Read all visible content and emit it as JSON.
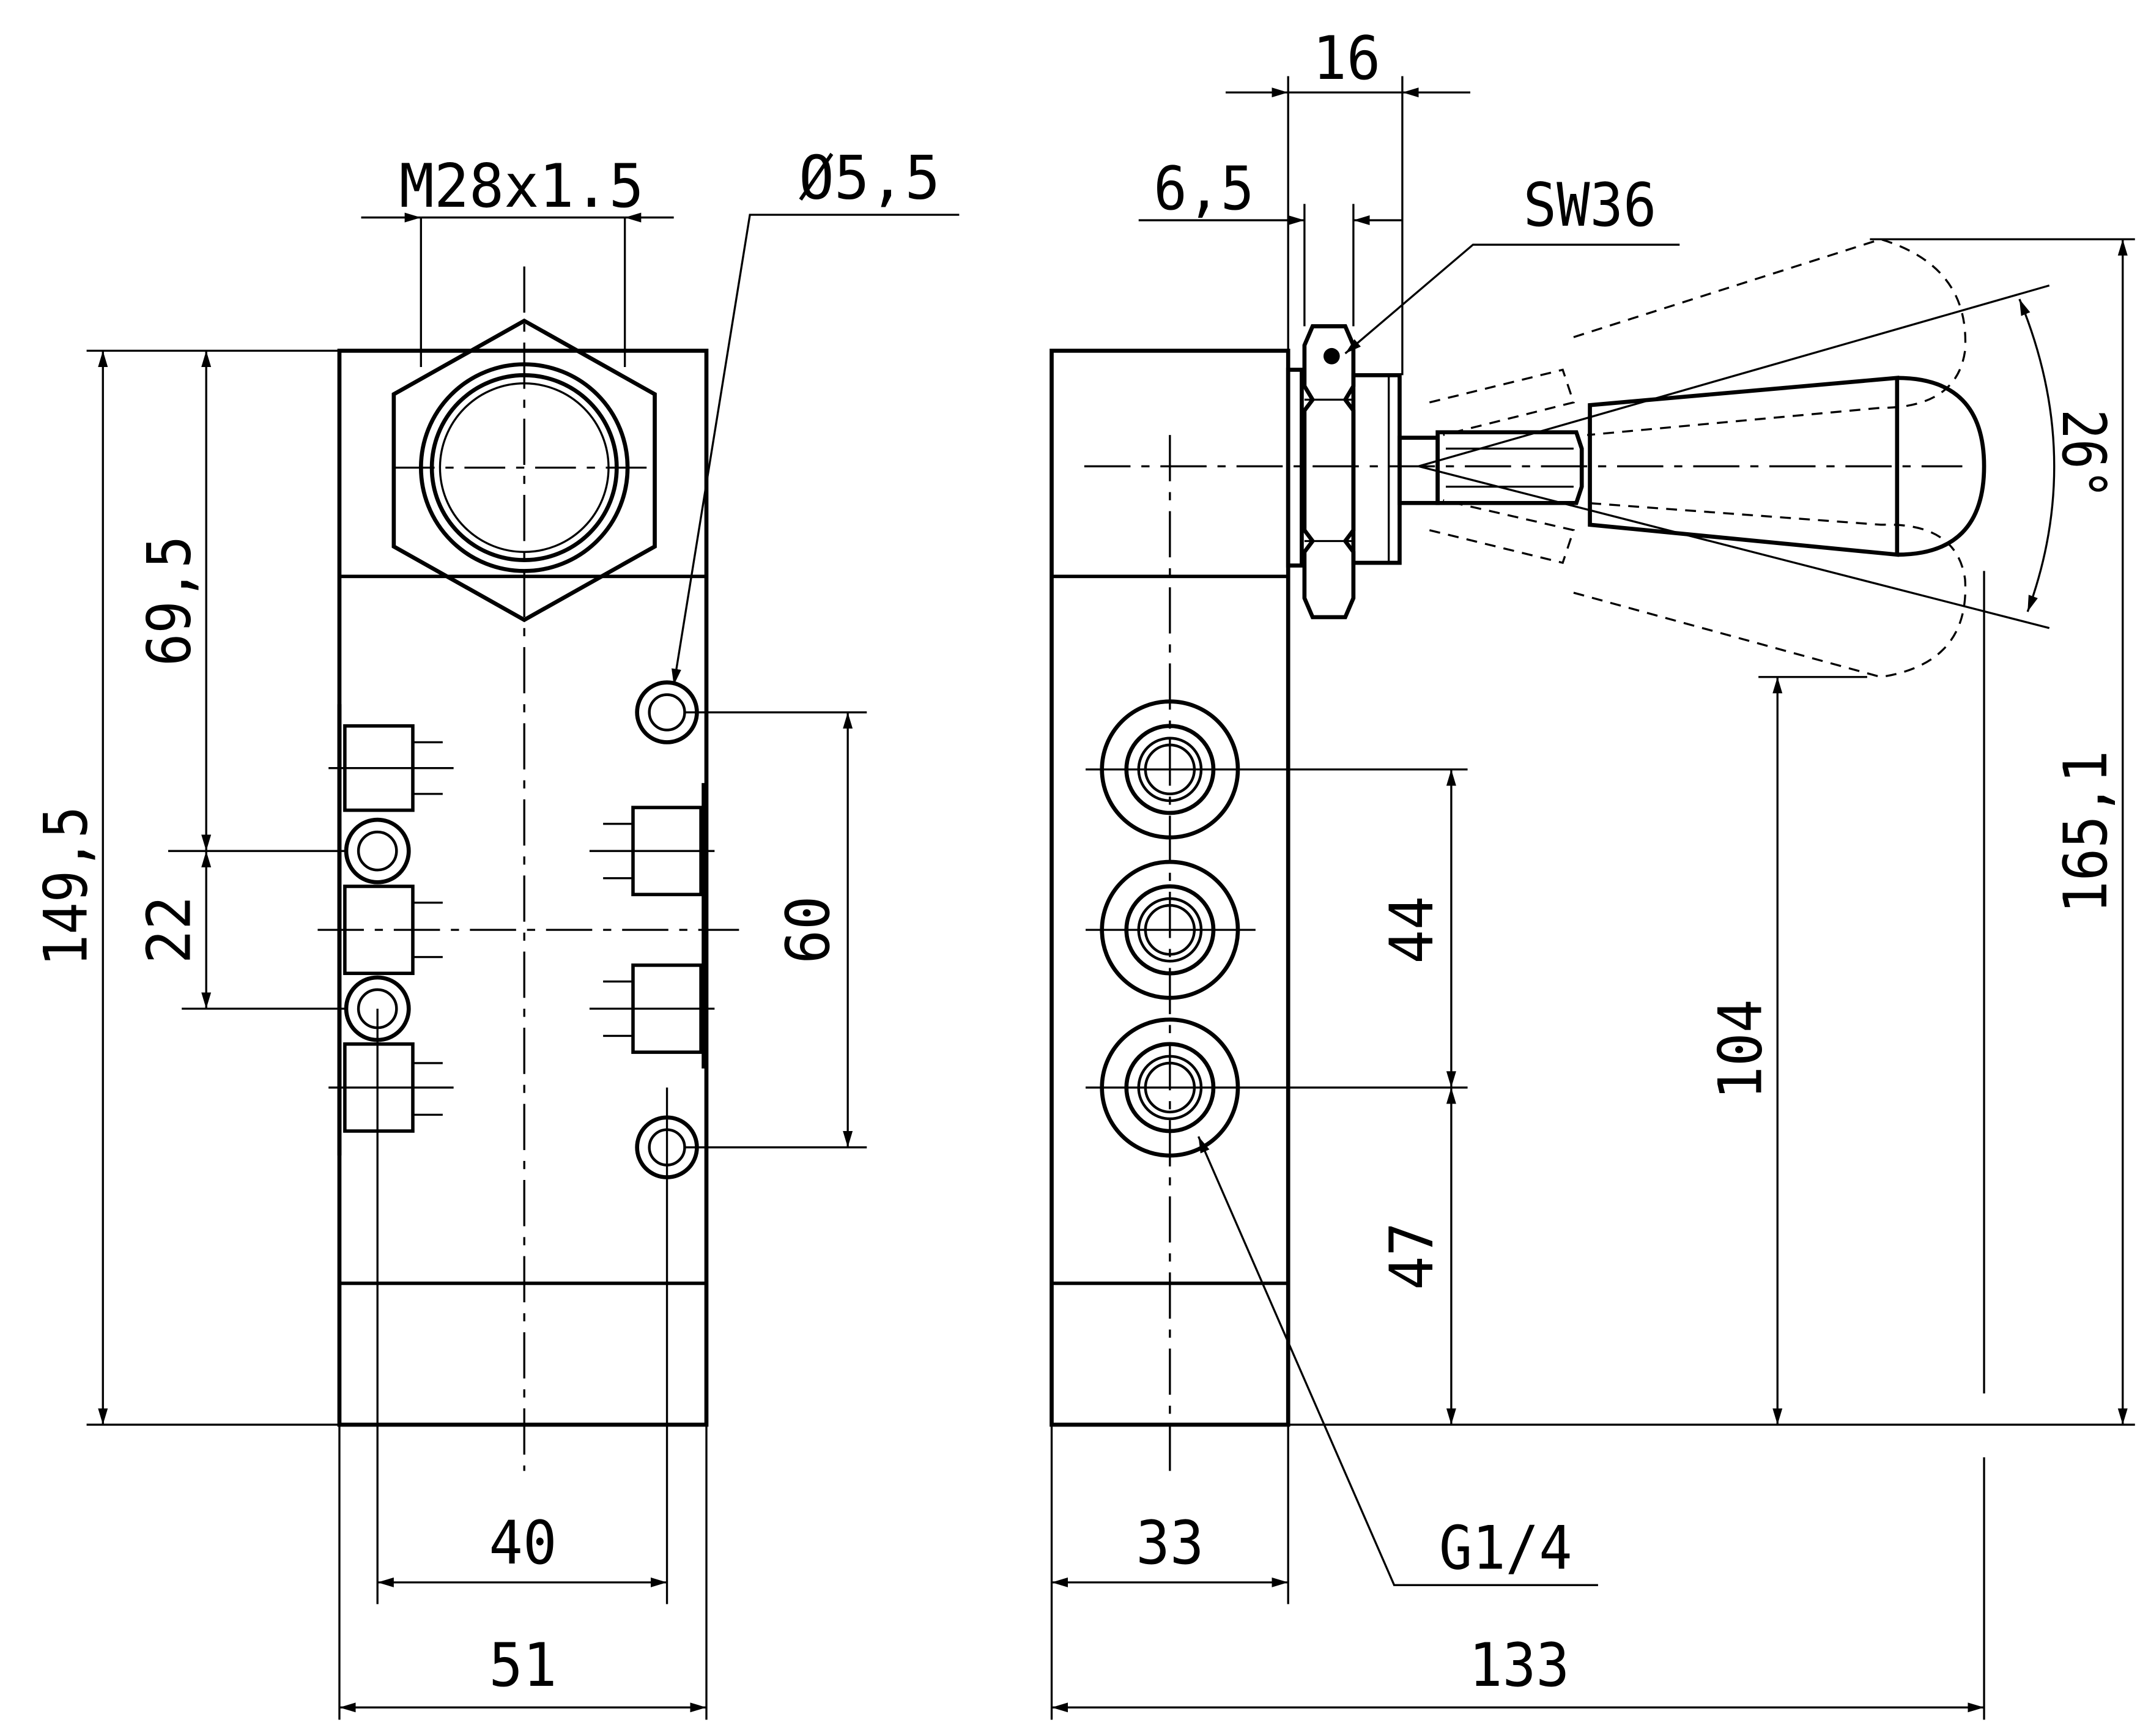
{
  "dimensions": {
    "thread": "M28x1.5",
    "hole_dia": "Ø5,5",
    "width_16": "16",
    "width_6_5": "6,5",
    "wrench": "SW36",
    "angle": "26°",
    "h_149_5": "149,5",
    "h_69_5": "69,5",
    "h_22": "22",
    "h_60": "60",
    "h_44": "44",
    "h_47": "47",
    "h_104": "104",
    "h_165_1": "165,1",
    "w_40": "40",
    "w_51": "51",
    "w_33": "33",
    "w_133": "133",
    "port": "G1/4"
  }
}
